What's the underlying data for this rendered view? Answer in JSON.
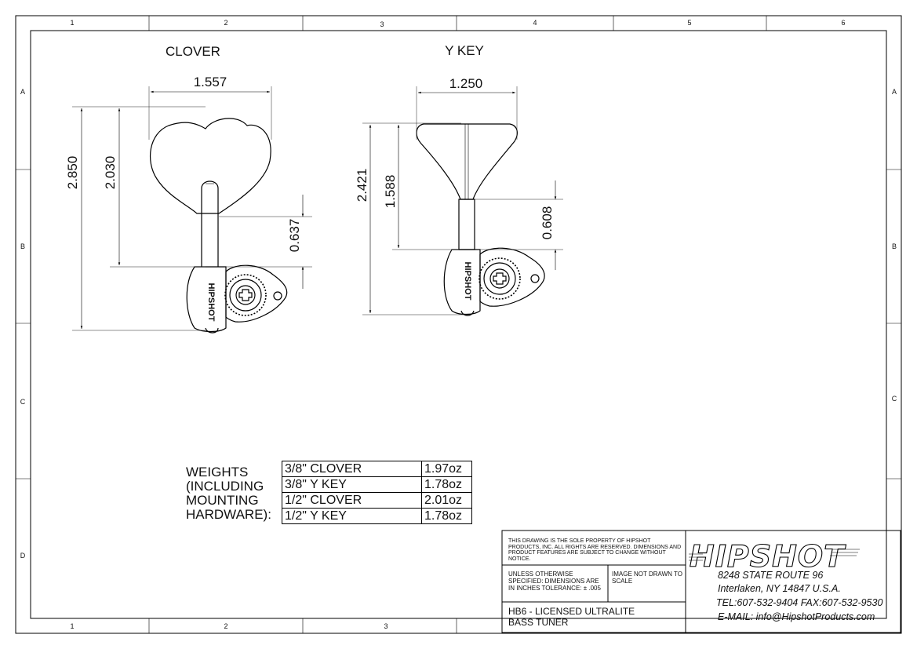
{
  "border": {
    "top_columns": [
      "1",
      "2",
      "3",
      "4",
      "5",
      "6"
    ],
    "bottom_columns": [
      "1",
      "2",
      "3"
    ],
    "rows": [
      "A",
      "B",
      "C",
      "D"
    ]
  },
  "views": {
    "clover": {
      "title": "CLOVER",
      "dim_width": "1.557",
      "dim_total_height": "2.850",
      "dim_key_height": "2.030",
      "dim_post": "0.637"
    },
    "ykey": {
      "title": "Y KEY",
      "dim_width": "1.250",
      "dim_total_height": "2.421",
      "dim_key_height": "1.588",
      "dim_post": "0.608"
    },
    "housing_brand": "HIPSHOT"
  },
  "weights": {
    "label_lines": [
      "WEIGHTS",
      "(INCLUDING",
      "MOUNTING",
      "HARDWARE):"
    ],
    "rows": [
      {
        "item": "3/8\" CLOVER",
        "weight": "1.97oz"
      },
      {
        "item": "3/8\" Y KEY",
        "weight": "1.78oz"
      },
      {
        "item": "1/2\" CLOVER",
        "weight": "2.01oz"
      },
      {
        "item": "1/2\" Y KEY",
        "weight": "1.78oz"
      }
    ]
  },
  "title_block": {
    "notice": "THIS DRAWING IS THE SOLE PROPERTY OF HIPSHOT PRODUCTS, INC. ALL RIGHTS ARE RESERVED. DIMENSIONS AND PRODUCT FEATURES ARE SUBJECT TO CHANGE WITHOUT NOTICE.",
    "spec": "UNLESS OTHERWISE SPECIFIED: DIMENSIONS ARE IN INCHES TOLERANCE: ± .005",
    "scale_note": "IMAGE NOT DRAWN TO SCALE",
    "part_name_line1": "HB6 - LICENSED ULTRALITE",
    "part_name_line2": "BASS TUNER",
    "logo_text": "HIPSHOT",
    "address1": "8248 STATE ROUTE 96",
    "address2": "Interlaken, NY 14847 U.S.A.",
    "phone": "TEL:607-532-9404 FAX:607-532-9530",
    "email": "E-MAIL: info@HipshotProducts.com"
  }
}
